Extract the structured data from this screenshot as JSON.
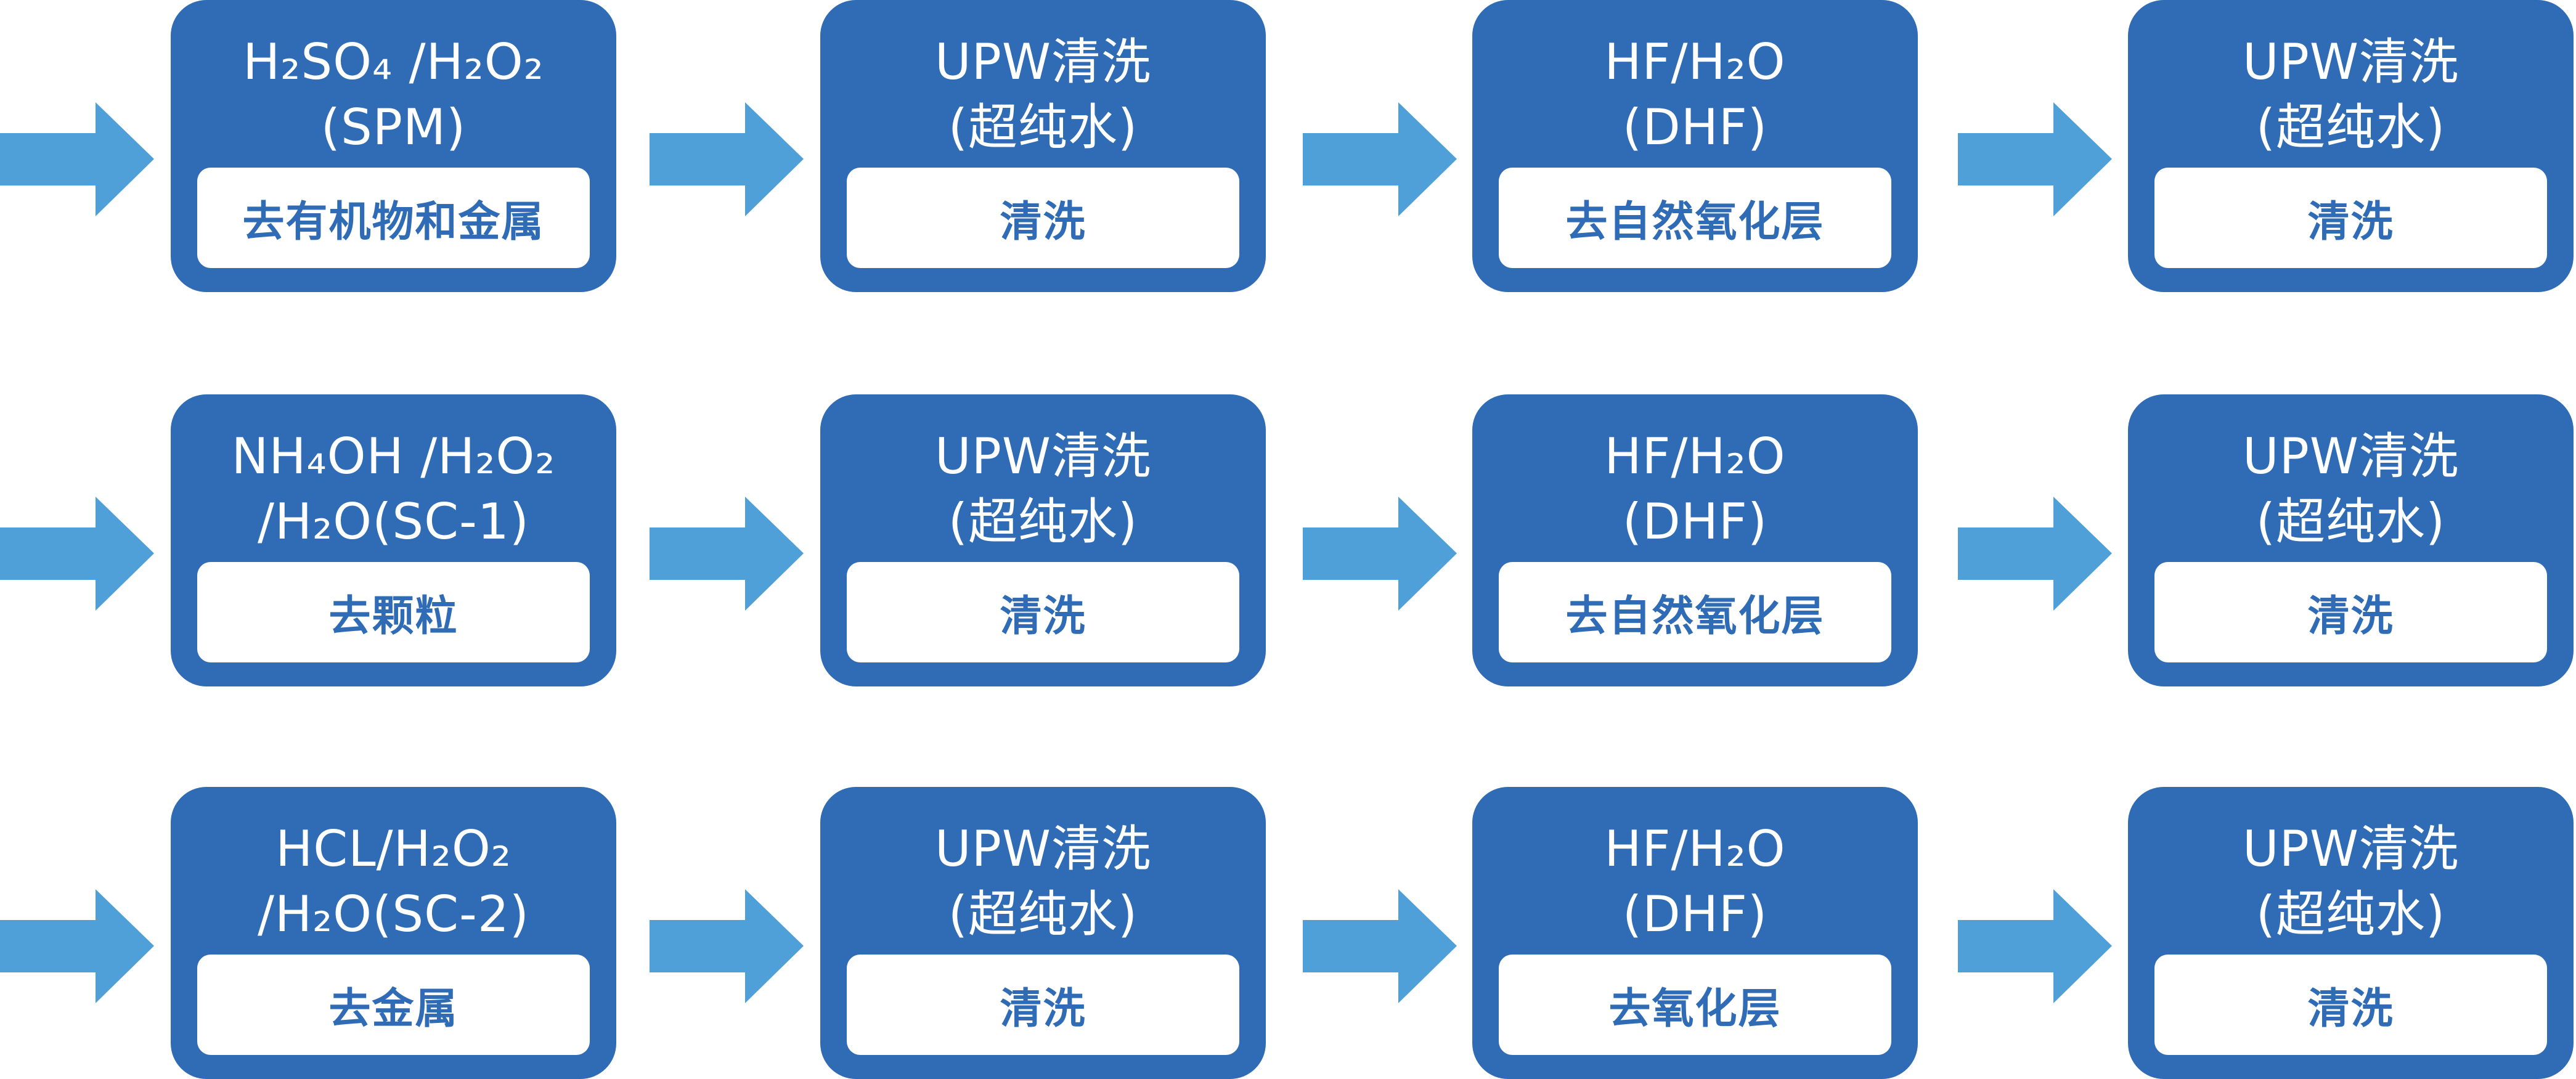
{
  "colors": {
    "box": "#2f6cb5",
    "arrow": "#4f9fd8",
    "pill": "#ffffff"
  },
  "rows": [
    {
      "steps": [
        {
          "title": [
            "H₂SO₄ /H₂O₂",
            "(SPM)"
          ],
          "label": "去有机物和金属"
        },
        {
          "title": [
            "UPW清洗",
            "(超纯水)"
          ],
          "label": "清洗"
        },
        {
          "title": [
            "HF/H₂O",
            "(DHF)"
          ],
          "label": "去自然氧化层"
        },
        {
          "title": [
            "UPW清洗",
            "(超纯水)"
          ],
          "label": "清洗"
        }
      ]
    },
    {
      "steps": [
        {
          "title": [
            "NH₄OH /H₂O₂",
            "/H₂O(SC-1)"
          ],
          "label": "去颗粒"
        },
        {
          "title": [
            "UPW清洗",
            "(超纯水)"
          ],
          "label": "清洗"
        },
        {
          "title": [
            "HF/H₂O",
            "(DHF)"
          ],
          "label": "去自然氧化层"
        },
        {
          "title": [
            "UPW清洗",
            "(超纯水)"
          ],
          "label": "清洗"
        }
      ]
    },
    {
      "steps": [
        {
          "title": [
            "HCL/H₂O₂",
            "/H₂O(SC-2)"
          ],
          "label": "去金属"
        },
        {
          "title": [
            "UPW清洗",
            "(超纯水)"
          ],
          "label": "清洗"
        },
        {
          "title": [
            "HF/H₂O",
            "(DHF)"
          ],
          "label": "去氧化层"
        },
        {
          "title": [
            "UPW清洗",
            "(超纯水)"
          ],
          "label": "清洗"
        }
      ]
    }
  ]
}
